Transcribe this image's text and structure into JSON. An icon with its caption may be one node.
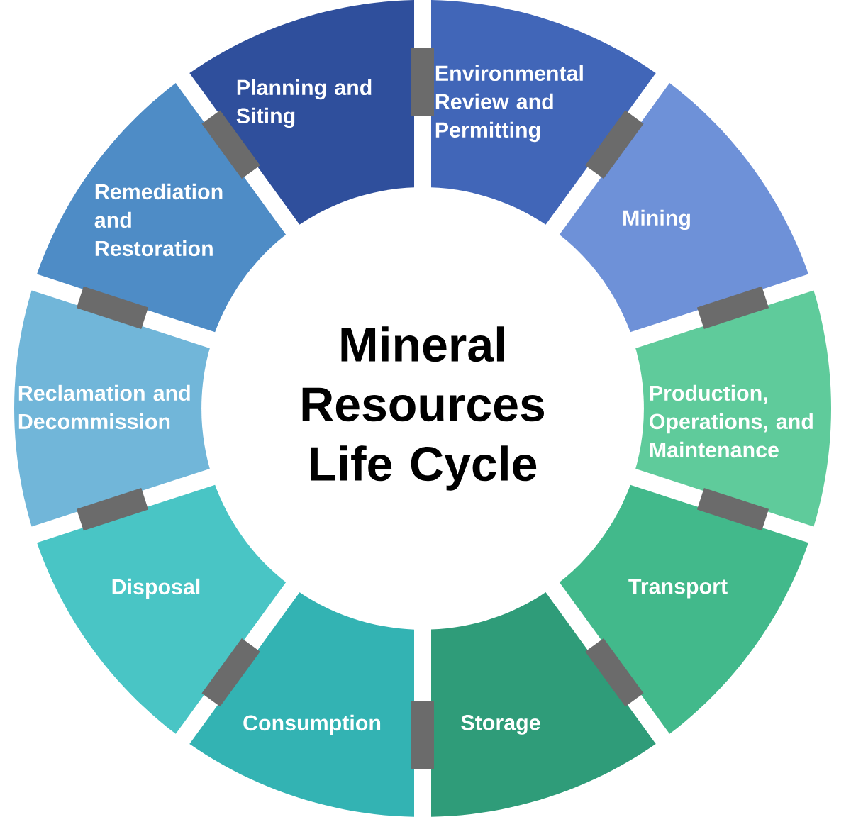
{
  "diagram": {
    "nodes": [
      {
        "text": [
          "Mineral Resources Life Cycle"
        ]
      },
      {
        "text": [
          "Planning and Siting"
        ]
      },
      {
        "text": [
          "Environmental Review and Permitting"
        ]
      },
      {
        "text": [
          "Mining"
        ]
      },
      {
        "text": [
          "Production, Operations, and Maintenance"
        ]
      },
      {
        "text": [
          "Transport"
        ]
      },
      {
        "text": [
          "Storage"
        ]
      },
      {
        "text": [
          "Consumption"
        ]
      },
      {
        "text": [
          "Disposal"
        ]
      },
      {
        "text": [
          "Reclamation and Decommission"
        ]
      },
      {
        "text": [
          "Remediation and Restoration"
        ]
      }
    ]
  }
}
